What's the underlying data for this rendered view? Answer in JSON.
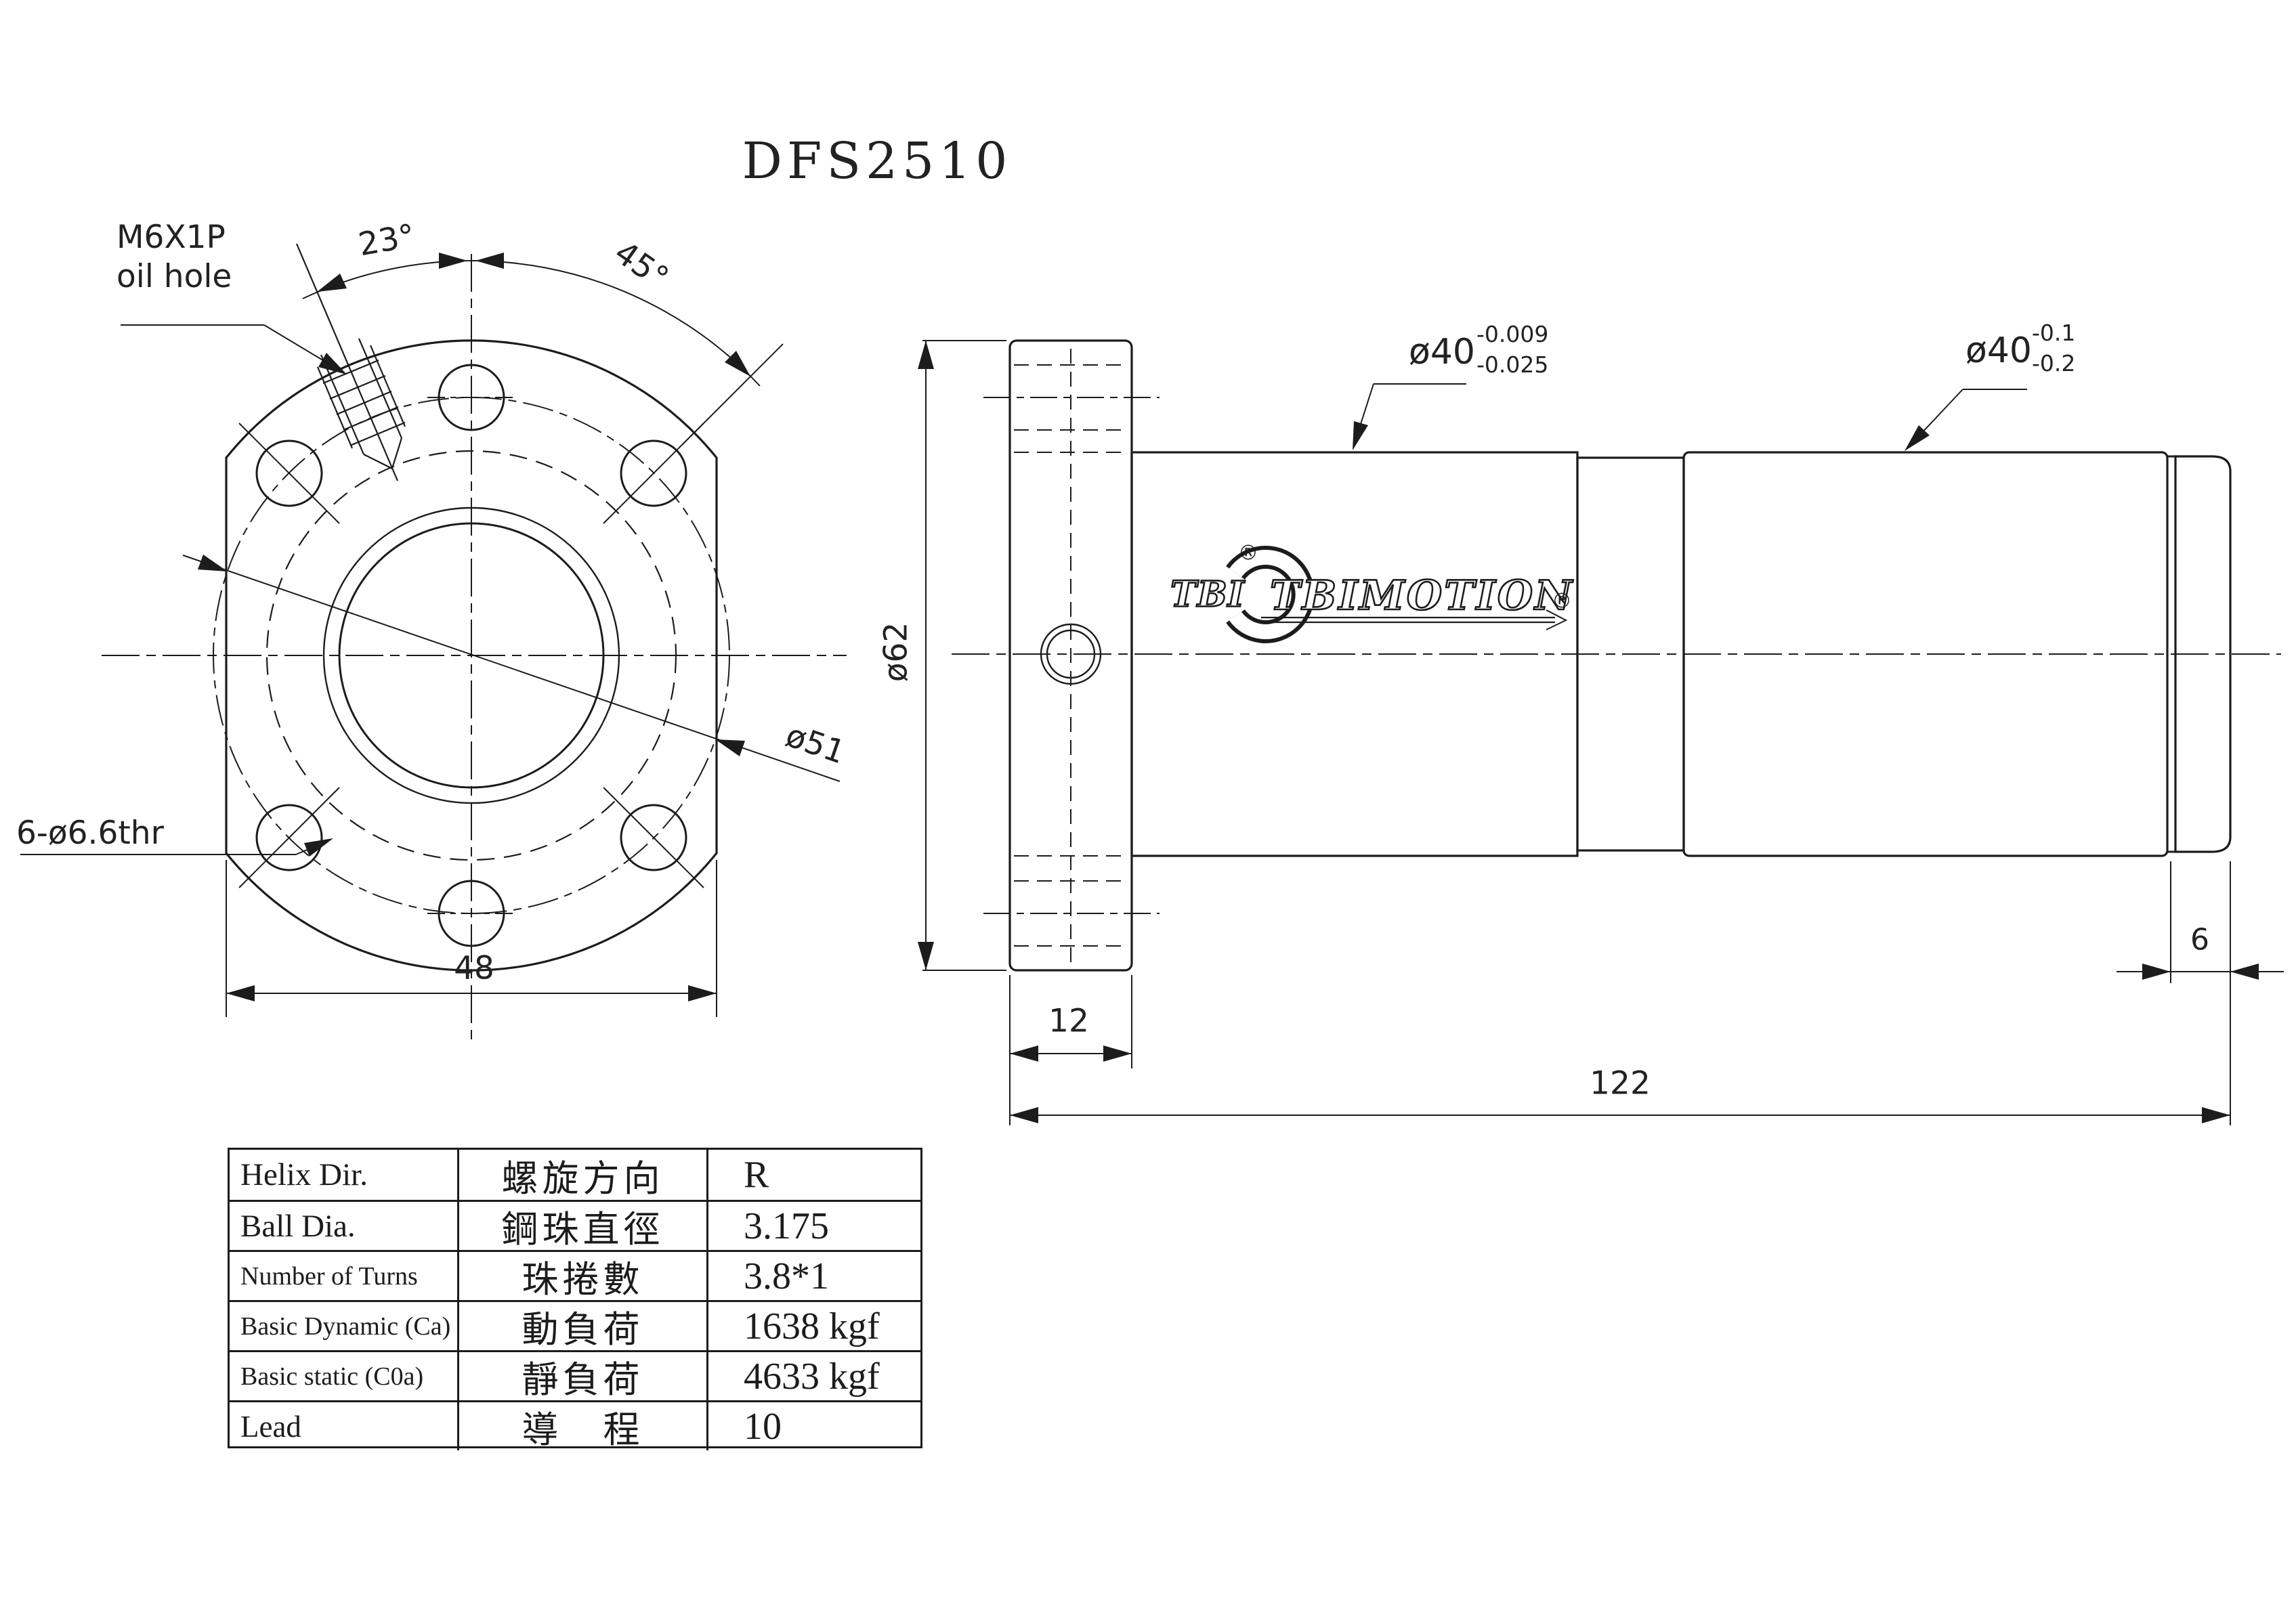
{
  "title": "DFS2510",
  "front_view": {
    "labels": {
      "oil_hole_line1": "M6X1P",
      "oil_hole_line2": "oil hole",
      "oil_hole_angle": "23°",
      "bolt_angle": "45°",
      "bolt_circle_dia": "ø51",
      "bolt_holes": "6-ø6.6thr",
      "width_across_flats": "48"
    }
  },
  "side_view": {
    "labels": {
      "flange_od": "ø62",
      "flange_thickness": "12",
      "overall_length": "122",
      "end_cap_width": "6",
      "body_dia_front": "ø40",
      "body_dia_front_tol_upper": "-0.009",
      "body_dia_front_tol_lower": "-0.025",
      "body_dia_rear": "ø40",
      "body_dia_rear_tol_upper": "-0.1",
      "body_dia_rear_tol_lower": "-0.2"
    },
    "logo": {
      "badge_text": "TBI",
      "wordmark": "TBIMOTION",
      "registered_1": "®",
      "registered_2": "®"
    }
  },
  "table": {
    "rows": [
      {
        "en": "Helix  Dir.",
        "zh": "螺旋方向",
        "value": "R"
      },
      {
        "en": "Ball Dia.",
        "zh": "鋼珠直徑",
        "value": "3.175"
      },
      {
        "en": "Number of Turns",
        "zh": "珠捲數",
        "value": "3.8*1"
      },
      {
        "en": "Basic Dynamic (Ca)",
        "zh": "動負荷",
        "value": "1638 kgf"
      },
      {
        "en": "Basic static (C0a)",
        "zh": "靜負荷",
        "value": "4633 kgf"
      },
      {
        "en": "Lead",
        "zh": "導　程",
        "value": "10"
      }
    ]
  },
  "colors": {
    "line": "#1c1c1c",
    "background": "#ffffff"
  }
}
